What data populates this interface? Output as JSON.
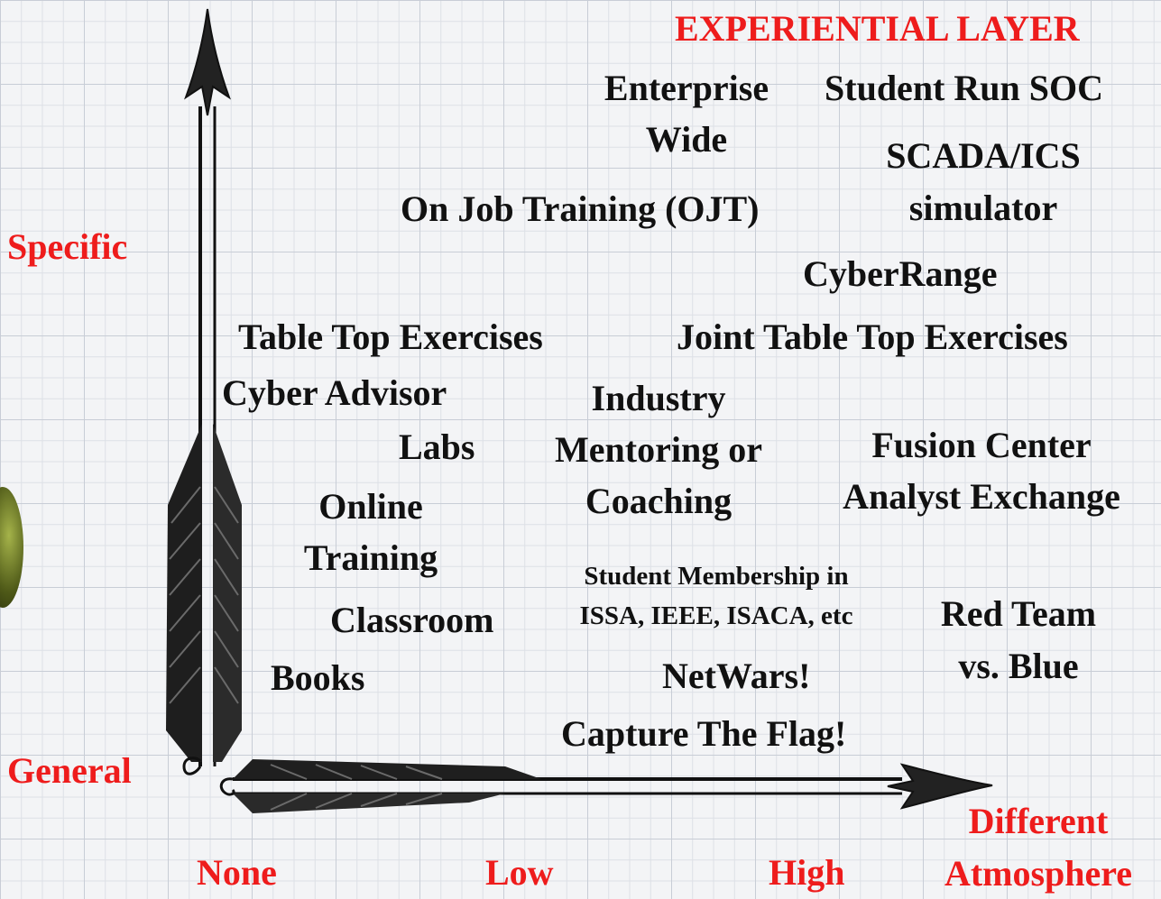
{
  "colors": {
    "axis_label": "#ee1c1c",
    "item_text": "#111111"
  },
  "title": "EXPERIENTIAL LAYER",
  "y_axis": {
    "top": "Specific",
    "bottom": "General"
  },
  "x_axis": {
    "ticks": [
      "None",
      "Low",
      "High"
    ],
    "end": [
      "Different",
      "Atmosphere"
    ]
  },
  "items": {
    "enterprise_wide": [
      "Enterprise",
      "Wide"
    ],
    "student_run_soc": "Student Run SOC",
    "scada_ics": [
      "SCADA/ICS",
      "simulator"
    ],
    "ojt": "On Job Training (OJT)",
    "cyberrange": "CyberRange",
    "table_top": "Table Top Exercises",
    "joint_table_top": "Joint Table Top Exercises",
    "cyber_advisor": "Cyber Advisor",
    "industry_mentoring": [
      "Industry",
      "Mentoring or",
      "Coaching"
    ],
    "labs": "Labs",
    "fusion_center": [
      "Fusion Center",
      "Analyst Exchange"
    ],
    "online_training": [
      "Online",
      "Training"
    ],
    "student_membership": [
      "Student Membership in",
      "ISSA, IEEE, ISACA, etc"
    ],
    "classroom": "Classroom",
    "red_team": [
      "Red Team",
      "vs. Blue"
    ],
    "books": "Books",
    "netwars": "NetWars!",
    "capture_the_flag": "Capture The Flag!"
  }
}
